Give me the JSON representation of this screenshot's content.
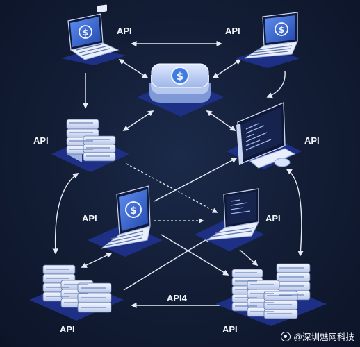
{
  "labels": {
    "laptop_top_left": "API",
    "laptop_top_right": "API",
    "server_left": "API",
    "monitor_right": "API",
    "laptop_center": "API",
    "laptop_center_right": "API",
    "bottom_arrow": "API4",
    "server_bottom_left": "API",
    "server_bottom_right": "API"
  },
  "watermark": {
    "text": "@深圳魅网科技"
  },
  "colors": {
    "background": "#121c33",
    "platform": "#1e2f86",
    "accent": "#3f7be0",
    "screen": "#2f5ec9",
    "line": "#e6ebf5"
  },
  "icons": [
    "laptop-icon",
    "dollar-coin-icon",
    "server-stack-icon",
    "monitor-icon",
    "keyboard-icon"
  ]
}
